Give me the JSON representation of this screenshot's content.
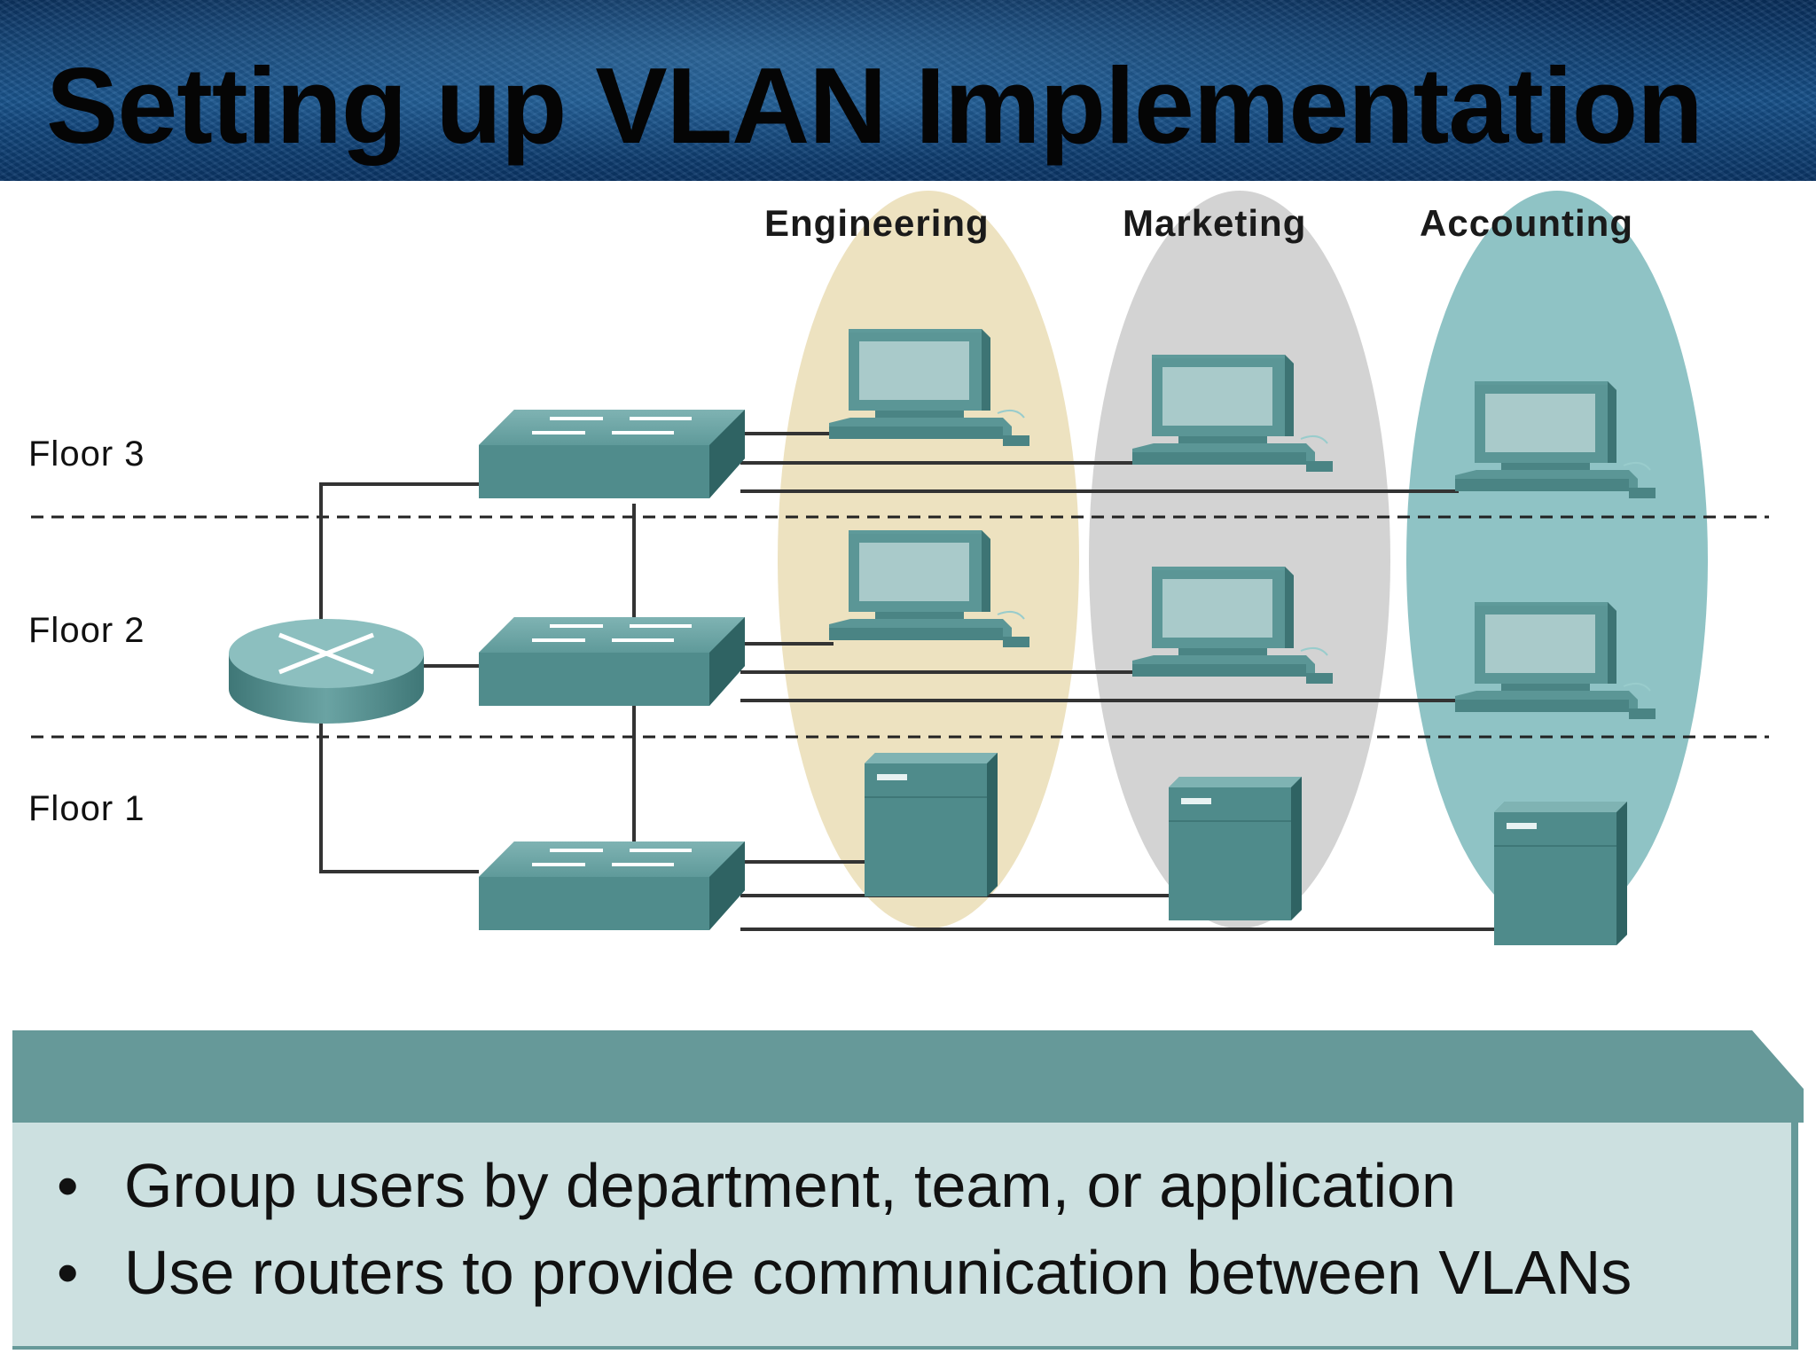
{
  "title": "Setting up VLAN Implementation",
  "departments": [
    "Engineering",
    "Marketing",
    "Accounting"
  ],
  "floors": [
    "Floor 3",
    "Floor 2",
    "Floor 1"
  ],
  "colors": {
    "engineering": "#ede2c0",
    "marketing": "#d3d3d3",
    "accounting": "#8fc3c5",
    "device": "#4f8f8f",
    "panel_header": "#669999",
    "panel_body": "#cce0e0"
  },
  "bullets": [
    "Group users by department, team, or application",
    "Use routers to provide communication between VLANs"
  ]
}
